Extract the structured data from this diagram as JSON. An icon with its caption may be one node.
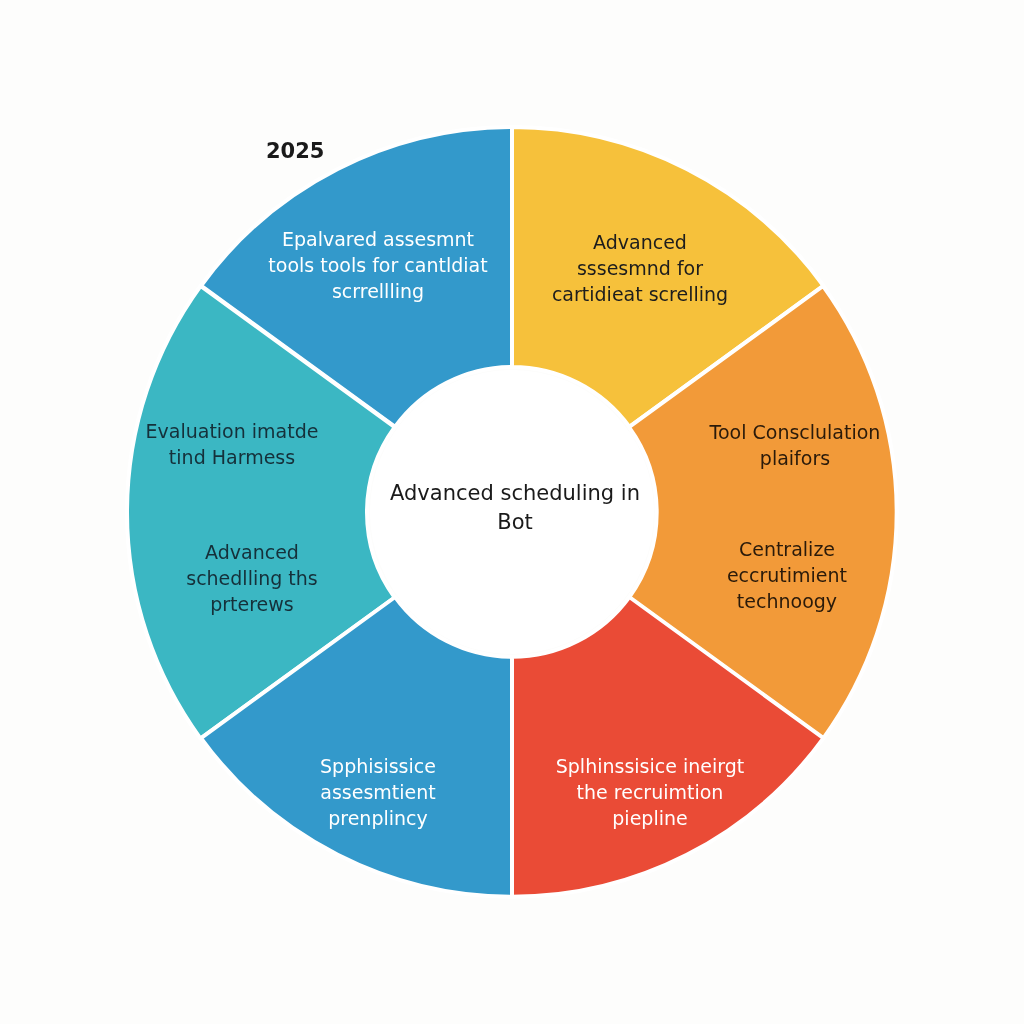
{
  "diagram": {
    "nodes": [
      {
        "text": [
          "Epalvared assesmnt tools tools for cantldiat scrrellling"
        ]
      },
      {
        "text": [
          "Advanced sssesmnd for cartidieat screlling"
        ]
      },
      {
        "text": [
          "Evaluation imatde tind Harmess",
          "Advanced schedlling ths prterews"
        ]
      },
      {
        "text": [
          "Advanced scheduling in Bot"
        ]
      },
      {
        "text": [
          "Tool Consclulation plaifors",
          "Centralize eccrutimient technoogy"
        ]
      },
      {
        "text": [
          "Spphisissice assesmtient prenplincy"
        ]
      },
      {
        "text": [
          "Splhinssisice ineirgt the recruimtion piepline"
        ]
      }
    ],
    "labels": [
      "2025"
    ]
  }
}
